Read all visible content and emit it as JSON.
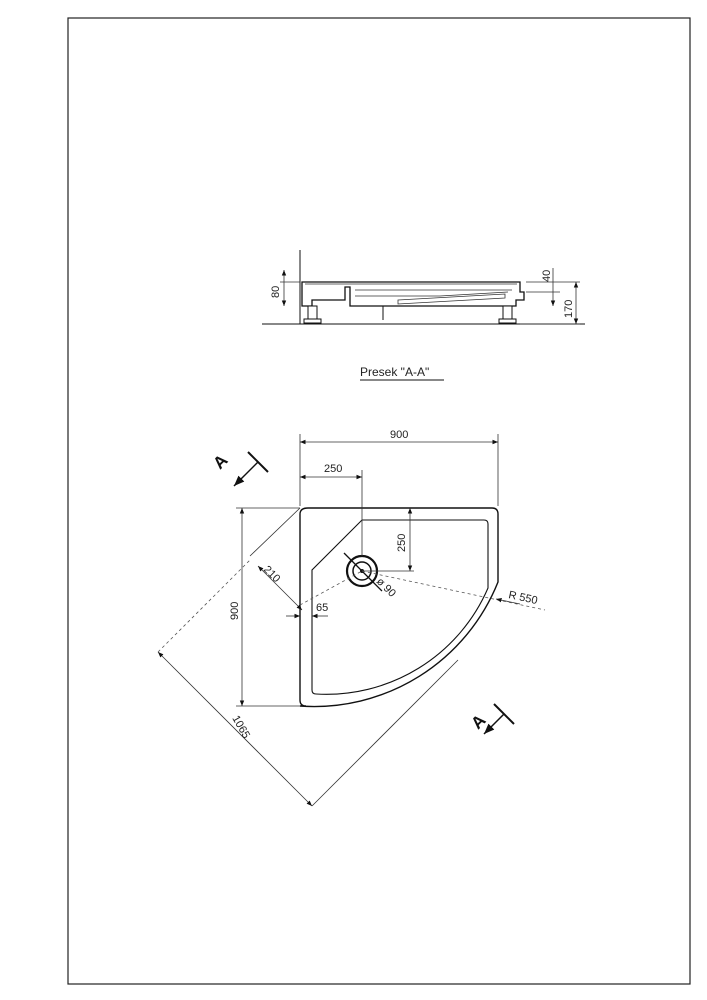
{
  "section_view": {
    "dim_height_left": "80",
    "dim_rim_right": "40",
    "dim_total_right": "170"
  },
  "section_caption": "Presek \"A-A\"",
  "plan_view": {
    "dim_width_top": "900",
    "dim_drain_offset_top": "250",
    "dim_drain_offset_side": "250",
    "dim_diagonal_210": "210",
    "dim_height_left": "900",
    "dim_edge_65": "65",
    "dim_drain_diameter": "ø 90",
    "dim_radius": "R 550",
    "dim_diagonal_total": "1065",
    "section_marker_top": "A",
    "section_marker_bottom": "A"
  }
}
